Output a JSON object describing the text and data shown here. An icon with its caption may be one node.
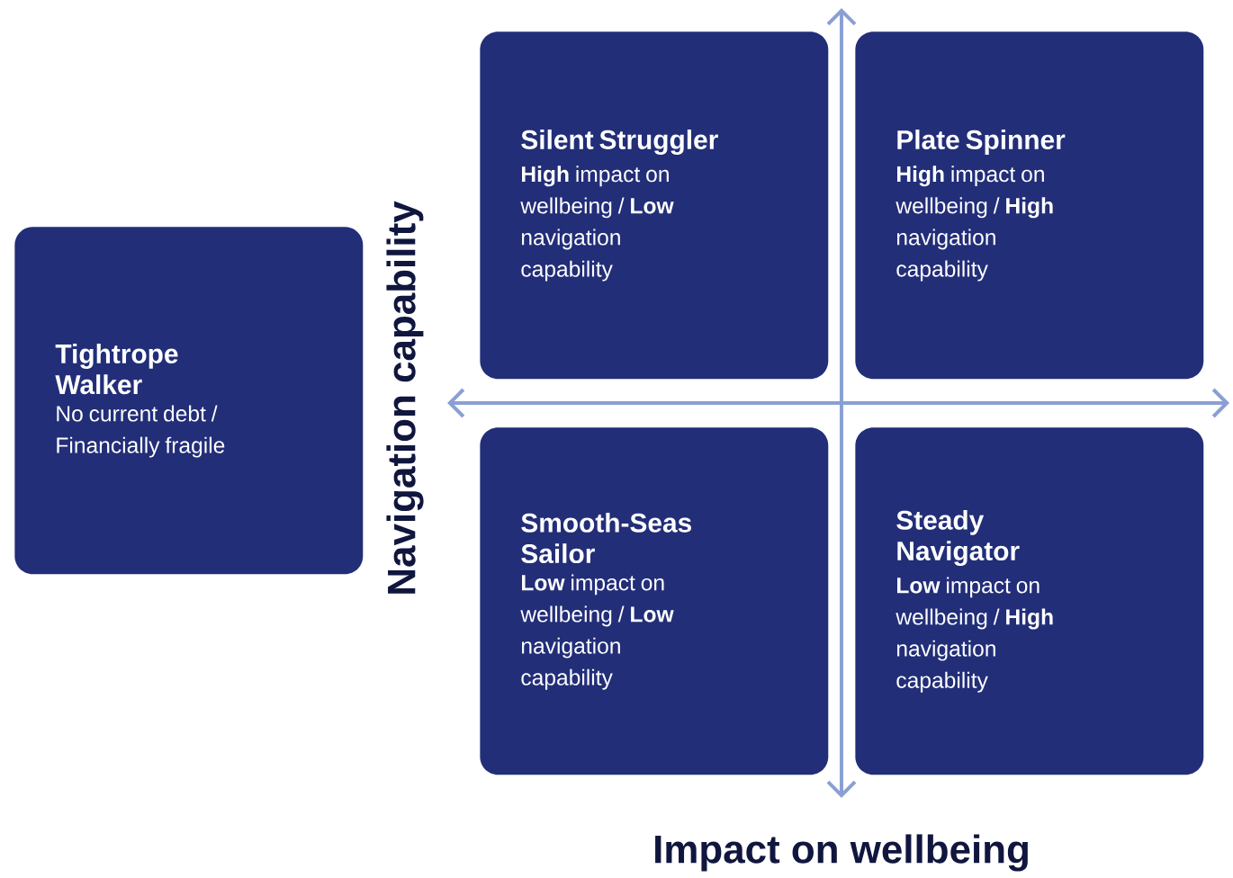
{
  "diagram": {
    "nodes": [
      {
        "text": [
          "Tightrope Walker",
          "No current debt / Financially fragile"
        ]
      },
      {
        "text": [
          "Silent Struggler",
          "**High** impact on wellbeing / **Low** navigation capability"
        ]
      },
      {
        "text": [
          "Plate Spinner",
          "**High** impact on wellbeing / **High** navigation capability"
        ]
      },
      {
        "text": [
          "Smooth-Seas Sailor",
          "**Low** impact on wellbeing / **Low** navigation capability"
        ]
      },
      {
        "text": [
          "Steady Navigator",
          "**Low** impact on wellbeing / **High** navigation capability"
        ]
      }
    ],
    "labels": [
      "Navigation capability",
      "Impact on wellbeing"
    ]
  }
}
